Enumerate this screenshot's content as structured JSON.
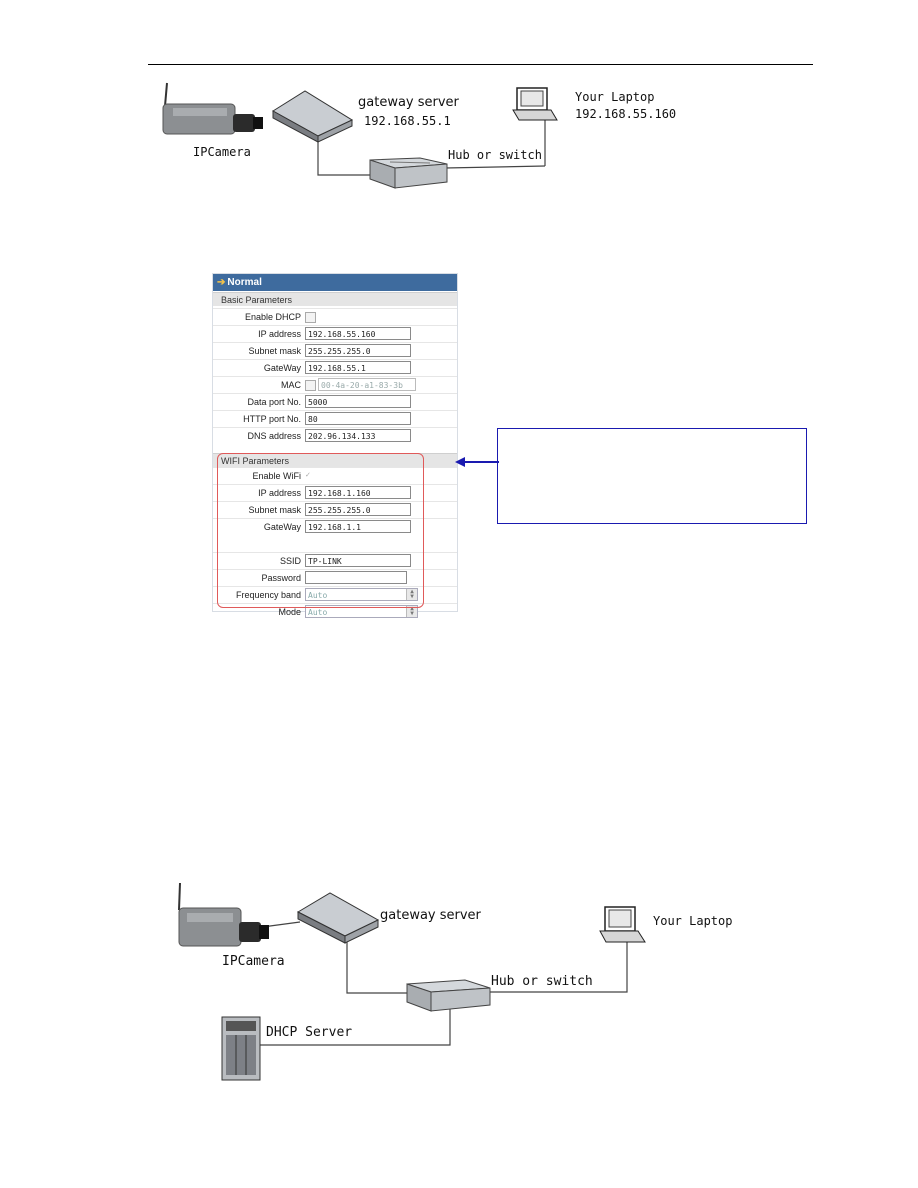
{
  "diagram1": {
    "camera_label": "IPCamera",
    "gateway_label": "gateway server",
    "gateway_ip": "192.168.55.1",
    "laptop_label": "Your Laptop",
    "laptop_ip": "192.168.55.160",
    "hub_label": "Hub or switch"
  },
  "settings": {
    "header": "Normal",
    "basic_section": "Basic Parameters",
    "basic": [
      {
        "label": "Enable DHCP",
        "type": "checkbox"
      },
      {
        "label": "IP address",
        "value": "192.168.55.160"
      },
      {
        "label": "Subnet mask",
        "value": "255.255.255.0"
      },
      {
        "label": "GateWay",
        "value": "192.168.55.1"
      },
      {
        "label": "MAC",
        "type": "mac",
        "value": "00-4a-20-a1-83-3b"
      },
      {
        "label": "Data port No.",
        "value": "5000"
      },
      {
        "label": "HTTP port No.",
        "value": "80"
      },
      {
        "label": "DNS address",
        "value": "202.96.134.133"
      }
    ],
    "wifi_section": "WIFI Parameters",
    "wifi": [
      {
        "label": "Enable WiFi",
        "type": "checkbox-checked"
      },
      {
        "label": "IP address",
        "value": "192.168.1.160"
      },
      {
        "label": "Subnet mask",
        "value": "255.255.255.0"
      },
      {
        "label": "GateWay",
        "value": "192.168.1.1"
      },
      {
        "label": "",
        "type": "blank"
      },
      {
        "label": "SSID",
        "value": "TP-LINK"
      },
      {
        "label": "Password",
        "value": ""
      },
      {
        "label": "Frequency band",
        "type": "select",
        "value": "Auto"
      },
      {
        "label": "Mode",
        "type": "select",
        "value": "Auto"
      }
    ]
  },
  "diagram2": {
    "camera_label": "IPCamera",
    "gateway_label": "gateway server",
    "laptop_label": "Your Laptop",
    "hub_label": "Hub or switch",
    "dhcp_label": "DHCP Server"
  },
  "colors": {
    "panel_header": "#3e6b9e",
    "highlight_box": "#e05a5a",
    "callout_border": "#1a1ab0"
  }
}
